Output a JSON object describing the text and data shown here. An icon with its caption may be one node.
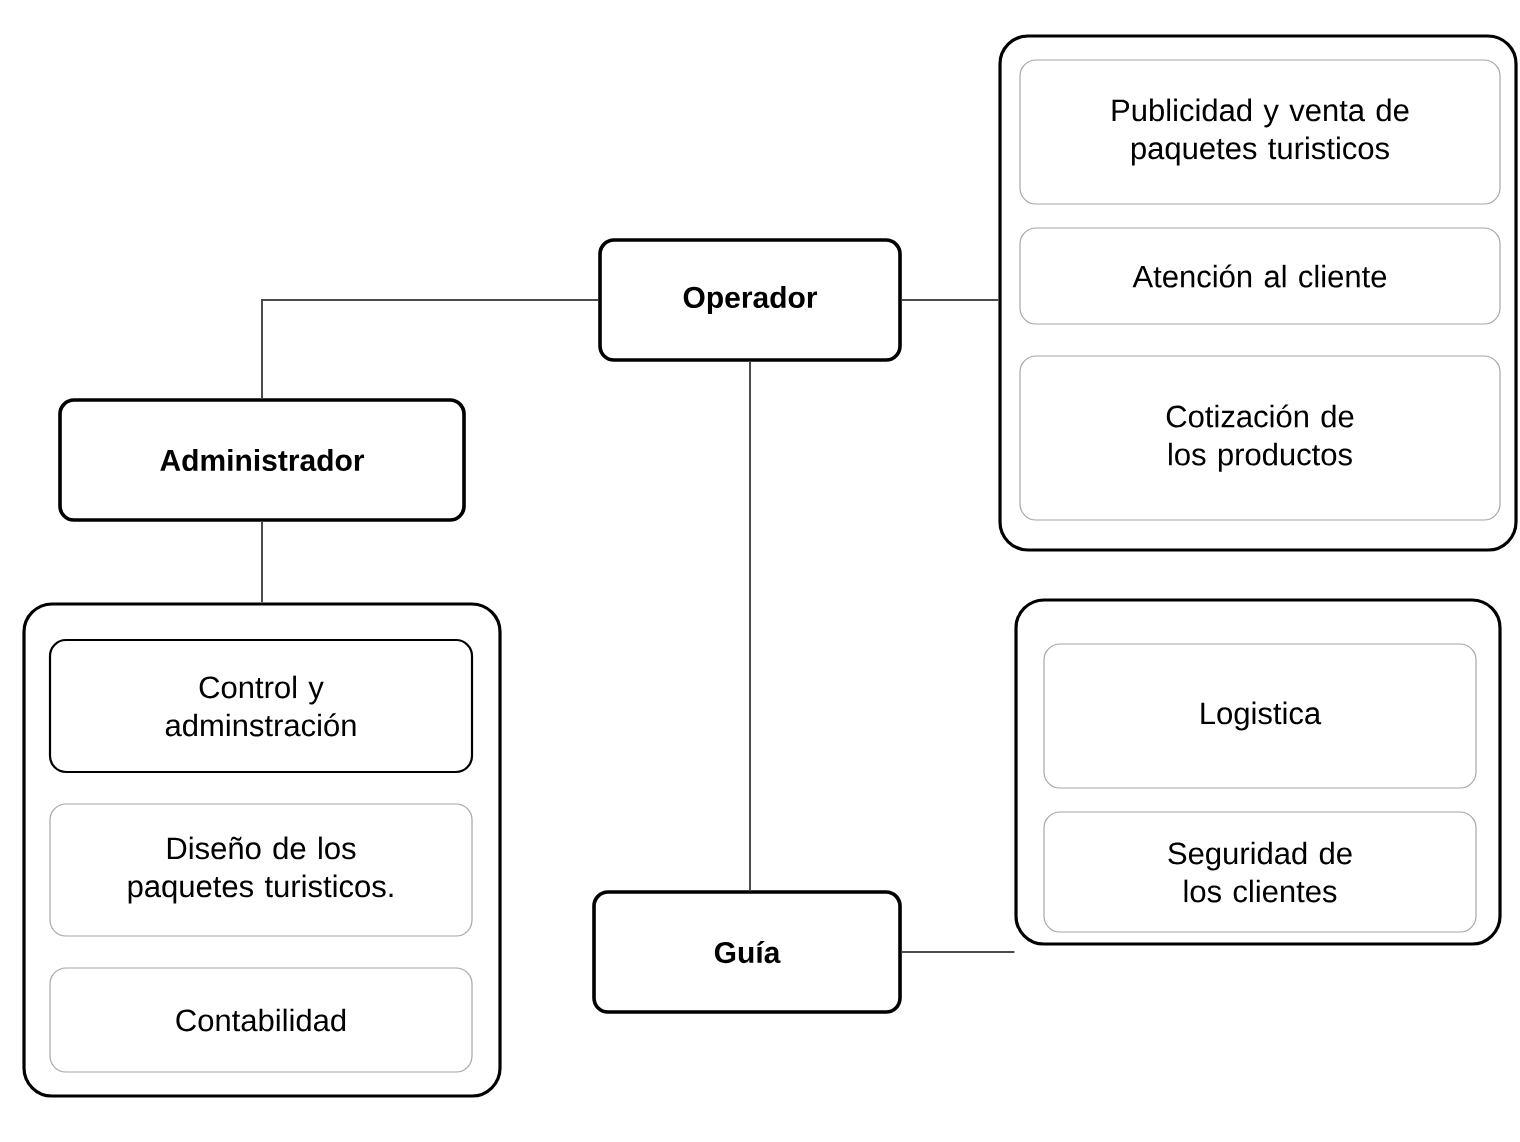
{
  "diagram": {
    "nodes": [
      {
        "text": [
          "Operador"
        ]
      },
      {
        "text": [
          "Administrador"
        ]
      },
      {
        "text": [
          "Guía"
        ]
      },
      {
        "text": [],
        "shape": "box"
      },
      {
        "text": [
          "Publicidad y venta de paquetes turisticos"
        ],
        "in": 3
      },
      {
        "text": [
          "Atención al cliente"
        ],
        "in": 3
      },
      {
        "text": [
          "Cotización de los productos"
        ],
        "in": 3
      },
      {
        "text": [],
        "shape": "box"
      },
      {
        "text": [
          "Control y adminstración"
        ],
        "in": 7
      },
      {
        "text": [
          "Diseño de los paquetes turisticos."
        ],
        "in": 7
      },
      {
        "text": [
          "Contabilidad"
        ],
        "in": 7
      },
      {
        "text": [],
        "shape": "box"
      },
      {
        "text": [
          "Logistica"
        ],
        "in": 11
      },
      {
        "text": [
          "Seguridad de los clientes"
        ],
        "in": 11
      }
    ],
    "edges": [
      {
        "from": 0,
        "to": 1,
        "arrow": "none"
      },
      {
        "from": 0,
        "to": 3,
        "arrow": "none"
      },
      {
        "from": 0,
        "to": 2,
        "arrow": "none"
      },
      {
        "from": 1,
        "to": 7,
        "arrow": "none"
      },
      {
        "from": 2,
        "to": 11,
        "arrow": "none"
      }
    ]
  }
}
